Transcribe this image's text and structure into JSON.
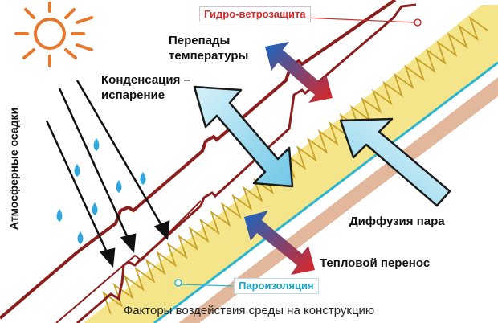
{
  "labels": {
    "wind_barrier": "Гидро-ветрозащита",
    "temperature_line1": "Перепады",
    "temperature_line2": "температуры",
    "condensation_line1": "Конденсация –",
    "condensation_line2": "испарение",
    "precipitation": "Атмосферные осадки",
    "vapor_diffusion": "Диффузия пара",
    "heat_transfer": "Тепловой перенос",
    "vapor_barrier": "Пароизоляция"
  },
  "caption": "Факторы воздействия среды на конструкцию",
  "colors": {
    "sun": "#e8772e",
    "roof_line": "#8b1d1d",
    "insulation": "#f4e48a",
    "insulation_wave": "#c9a227",
    "vapor_membrane": "#2bb6d0",
    "inner_board": "#e2b79c",
    "rain_drop": "#2fa6e0",
    "arrow_cold": "#1667c2",
    "arrow_hot": "#e02424",
    "big_arrow_fill": "#9edcf0",
    "big_arrow_stroke": "#1a1a1a"
  },
  "icons": [
    "sun-icon",
    "raindrop-icon"
  ]
}
